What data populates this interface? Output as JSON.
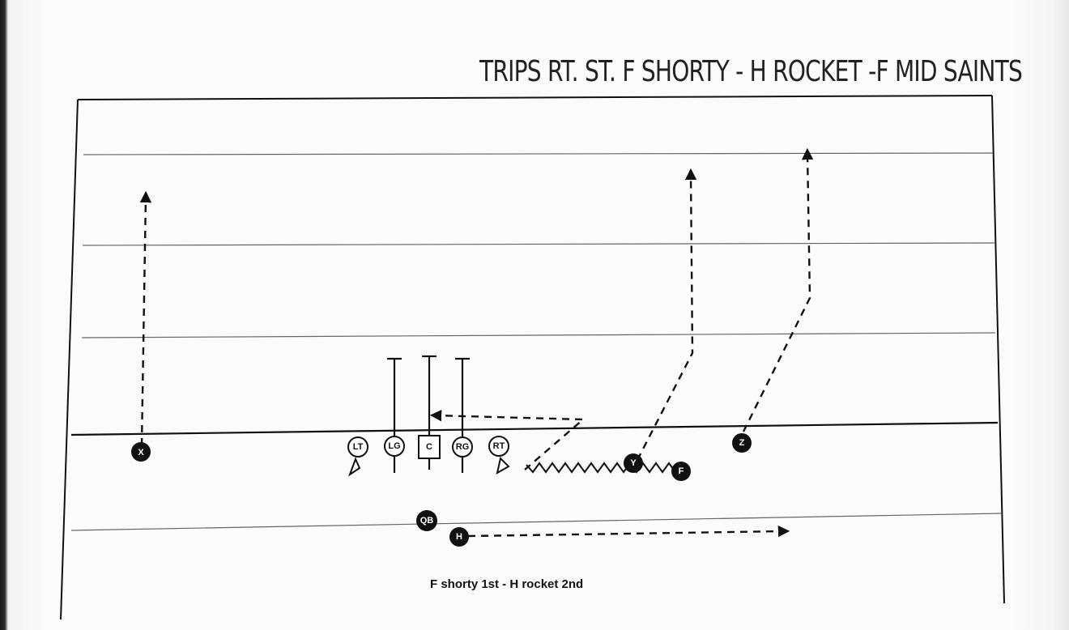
{
  "title": "TRIPS RT. ST. F SHORTY - H ROCKET -F MID SAINTS",
  "caption": "F shorty 1st - H rocket 2nd",
  "players": {
    "x": "X",
    "lt": "LT",
    "lg": "LG",
    "c": "C",
    "rg": "RG",
    "rt": "RT",
    "y": "Y",
    "f": "F",
    "z": "Z",
    "qb": "QB",
    "h": "H"
  },
  "colors": {
    "ink": "#111111",
    "field_lines": "#555555"
  }
}
